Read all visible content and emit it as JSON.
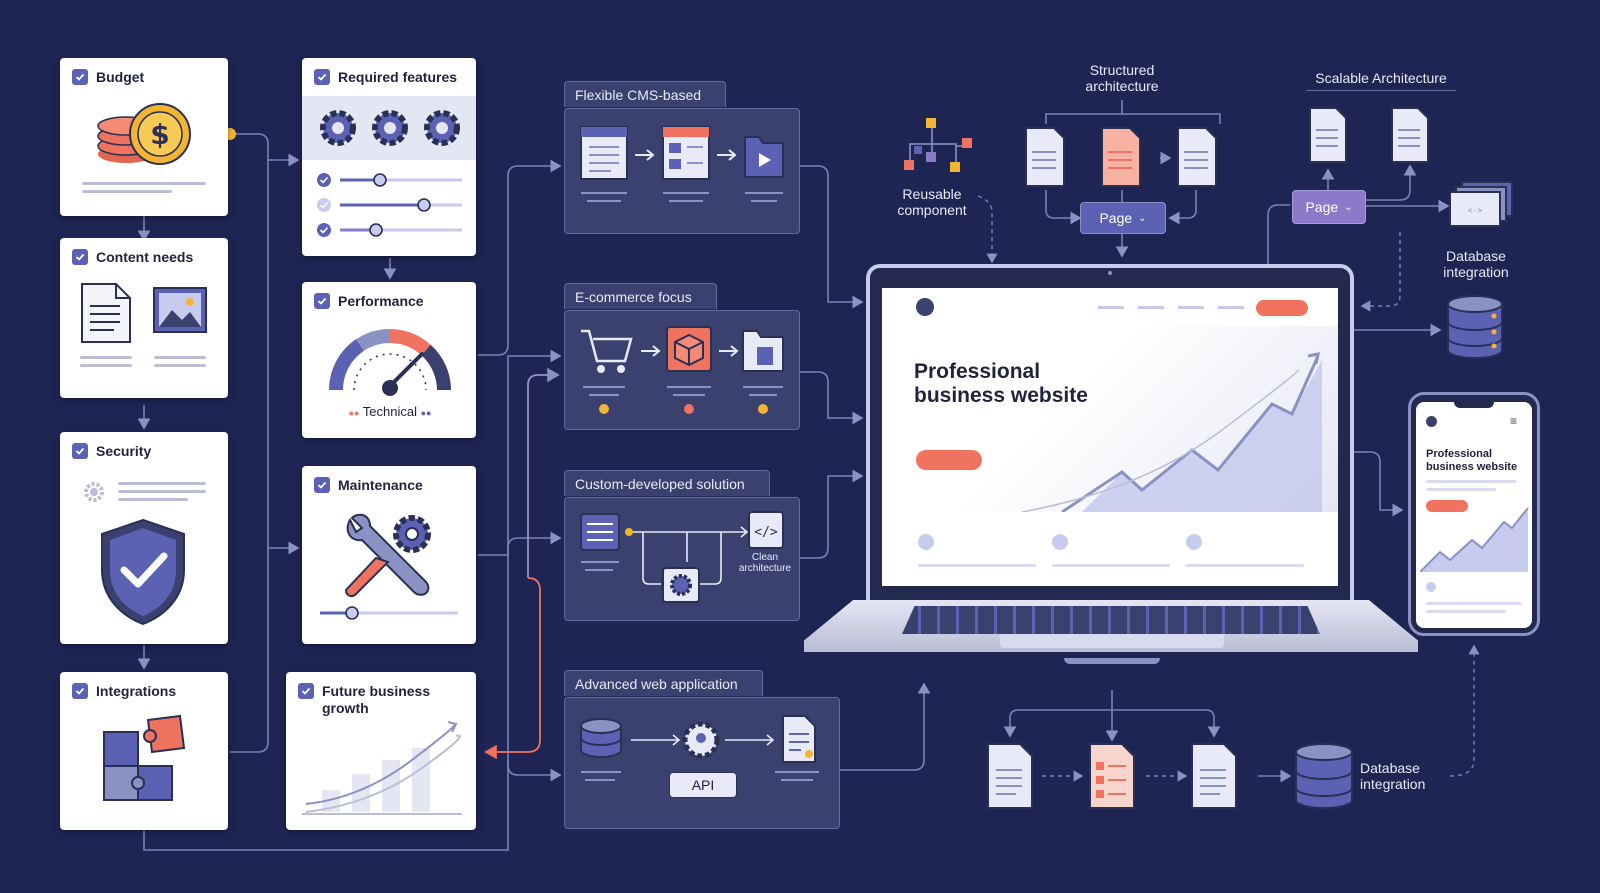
{
  "requirements": {
    "budget": "Budget",
    "content_needs": "Content needs",
    "security": "Security",
    "integrations": "Integrations",
    "required_features": "Required features",
    "performance": "Performance",
    "technical_badge": "Technical",
    "maintenance": "Maintenance",
    "future_growth": "Future business growth"
  },
  "solutions": {
    "flexible_cms": "Flexible CMS-based",
    "ecommerce": "E-commerce focus",
    "custom": "Custom-developed solution",
    "clean_architecture": "Clean architecture",
    "advanced_app": "Advanced web application",
    "api_label": "API"
  },
  "architecture": {
    "reusable_component": "Reusable component",
    "structured_architecture": "Structured architecture",
    "scalable_architecture": "Scalable Architecture",
    "page_label_1": "Page",
    "page_label_2": "Page",
    "database_integration_top": "Database integration",
    "database_integration_bottom": "Database integration"
  },
  "website": {
    "hero_title": "Professional business website",
    "phone_title": "Professional business website"
  },
  "colors": {
    "background": "#1e2553",
    "panel": "#3a416e",
    "accent_blue": "#5b62b3",
    "accent_coral": "#f0735f",
    "accent_gold": "#f2b531",
    "accent_purple": "#8b7ac8"
  }
}
